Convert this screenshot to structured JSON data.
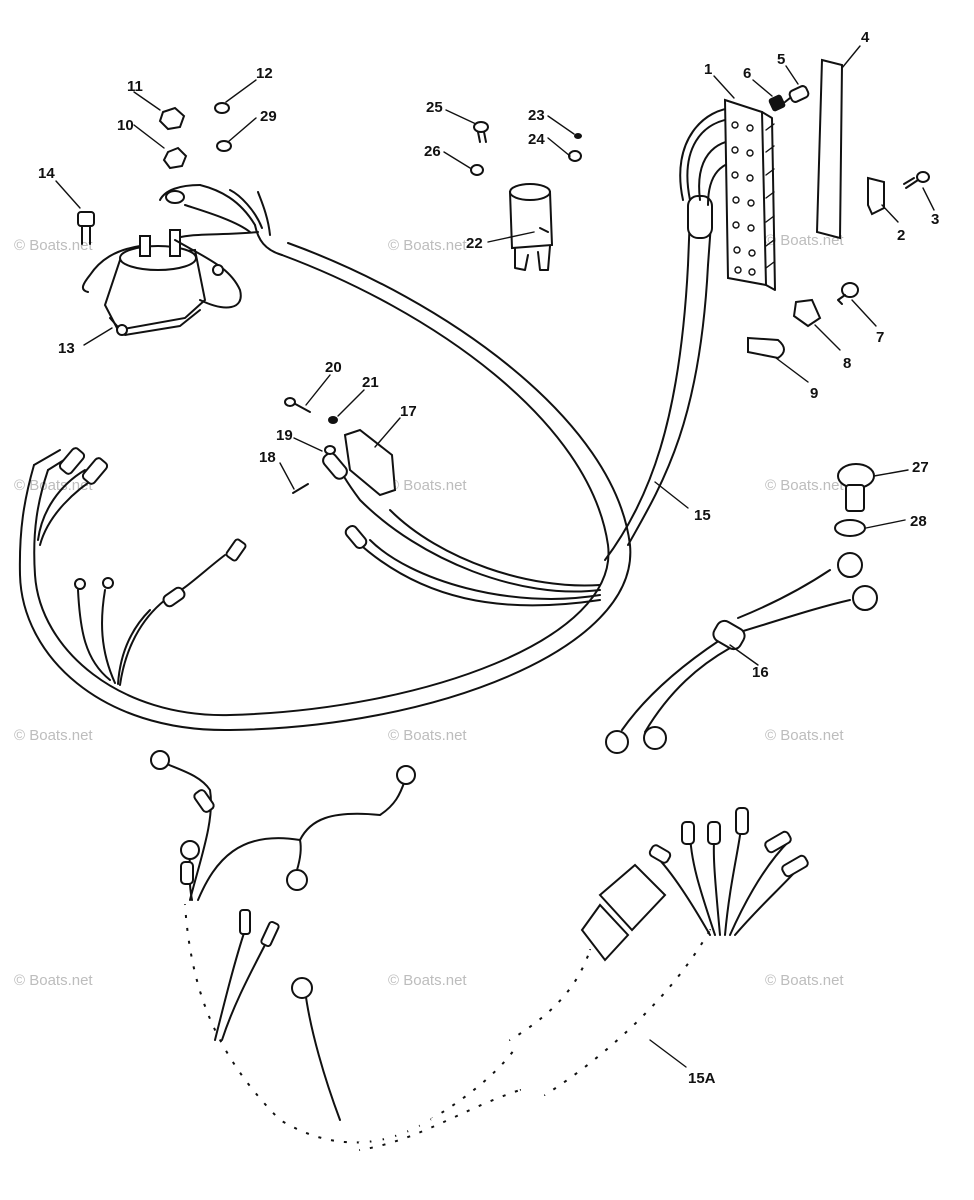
{
  "watermark": "© Boats.net",
  "callouts": {
    "c1": "1",
    "c2": "2",
    "c3": "3",
    "c4": "4",
    "c5": "5",
    "c6": "6",
    "c7": "7",
    "c8": "8",
    "c9": "9",
    "c10": "10",
    "c11": "11",
    "c12": "12",
    "c13": "13",
    "c14": "14",
    "c15": "15",
    "c15a": "15A",
    "c16": "16",
    "c17": "17",
    "c18": "18",
    "c19": "19",
    "c20": "20",
    "c21": "21",
    "c22": "22",
    "c23": "23",
    "c24": "24",
    "c25": "25",
    "c26": "26",
    "c27": "27",
    "c28": "28",
    "c29": "29"
  }
}
